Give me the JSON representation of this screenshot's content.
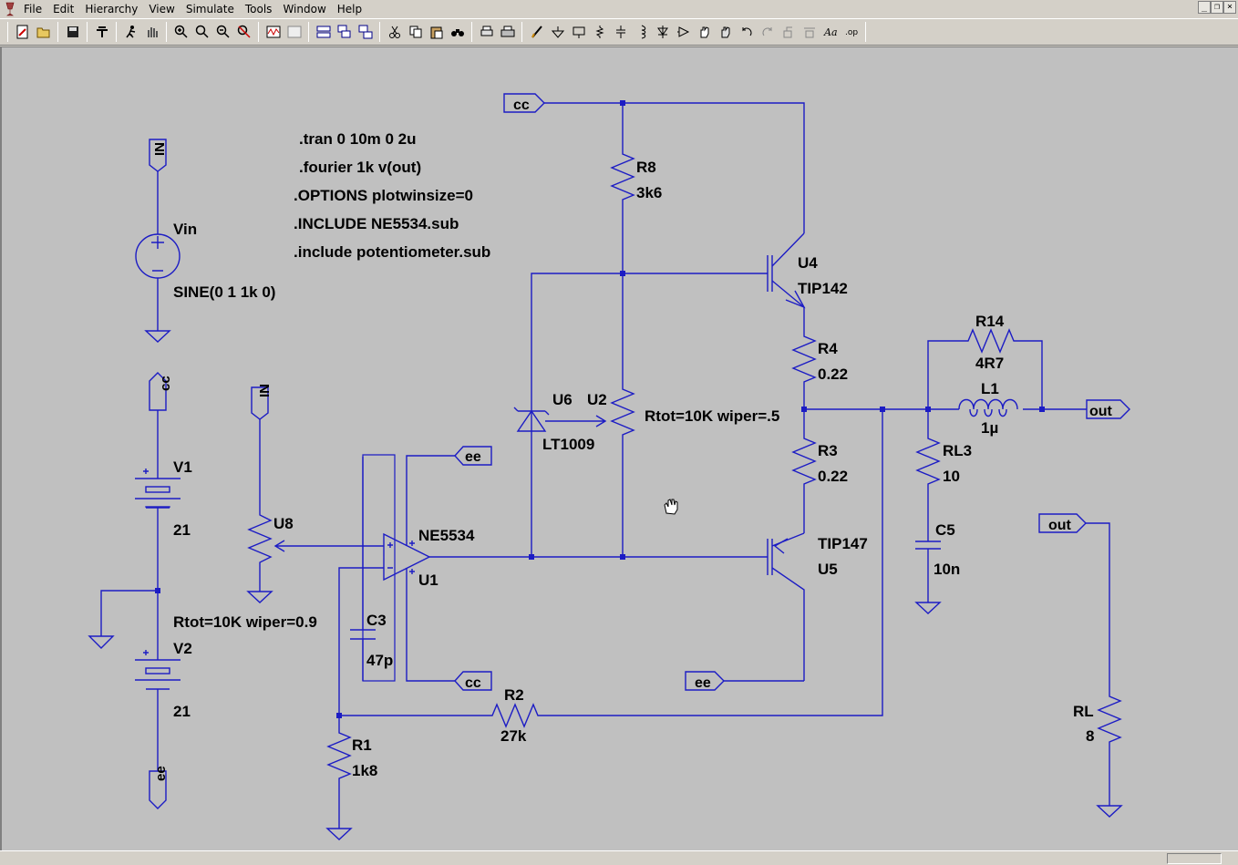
{
  "menu": {
    "items": [
      {
        "label": "File",
        "name": "menu-file"
      },
      {
        "label": "Edit",
        "name": "menu-edit"
      },
      {
        "label": "Hierarchy",
        "name": "menu-hierarchy"
      },
      {
        "label": "View",
        "name": "menu-view"
      },
      {
        "label": "Simulate",
        "name": "menu-simulate"
      },
      {
        "label": "Tools",
        "name": "menu-tools"
      },
      {
        "label": "Window",
        "name": "menu-window"
      },
      {
        "label": "Help",
        "name": "menu-help"
      }
    ]
  },
  "toolbar": {
    "icons": [
      "new-schematic-icon",
      "open-icon",
      "save-icon",
      "control-panel-icon",
      "run-icon",
      "halt-icon",
      "zoom-in-icon",
      "zoom-pan-icon",
      "zoom-out-icon",
      "zoom-fit-icon",
      "waveform-icon",
      "waveform-autorange-icon",
      "tile-horizontal-icon",
      "cascade-icon",
      "tile-vertical-icon",
      "cut-icon",
      "copy-icon",
      "paste-icon",
      "find-icon",
      "print-preview-icon",
      "print-icon",
      "wire-icon",
      "ground-icon",
      "label-net-icon",
      "resistor-icon",
      "capacitor-icon",
      "inductor-icon",
      "diode-icon",
      "component-icon",
      "move-icon",
      "drag-icon",
      "undo-icon",
      "redo-icon",
      "rotate-icon",
      "mirror-icon",
      "text-icon",
      "spice-directive-icon"
    ]
  },
  "colors": {
    "wire": "#1c1cc4",
    "canvas": "#c0c0c0",
    "chrome": "#d4d0c8"
  },
  "schematic": {
    "directives": {
      "tran": ".tran 0 10m 0 2u",
      "fourier": ".fourier 1k v(out)",
      "options": ".OPTIONS plotwinsize=0",
      "include1": ".INCLUDE NE5534.sub",
      "include2": ".include potentiometer.sub"
    },
    "labels": {
      "vin_name": "Vin",
      "vin_value": "SINE(0 1 1k 0)",
      "v1_name": "V1",
      "v1_value": "21",
      "v2_name": "V2",
      "v2_value": "21",
      "r8_name": "R8",
      "r8_value": "3k6",
      "u4_name": "U4",
      "u4_value": "TIP142",
      "r4_name": "R4",
      "r4_value": "0.22",
      "r3_name": "R3",
      "r3_value": "0.22",
      "r14_name": "R14",
      "r14_value": "4R7",
      "l1_name": "L1",
      "l1_value": "1µ",
      "rl3_name": "RL3",
      "rl3_value": "10",
      "c5_name": "C5",
      "c5_value": "10n",
      "u6_name": "U6",
      "u6_value": "LT1009",
      "u2_name": "U2",
      "u2_param": "Rtot=10K wiper=.5",
      "u8_name": "U8",
      "u8_param": "Rtot=10K wiper=0.9",
      "u1_name": "U1",
      "u1_value": "NE5534",
      "c3_name": "C3",
      "c3_value": "47p",
      "r2_name": "R2",
      "r2_value": "27k",
      "r1_name": "R1",
      "r1_value": "1k8",
      "u5_name": "U5",
      "u5_value": "TIP147",
      "rl_name": "RL",
      "rl_value": "8"
    },
    "netflags": {
      "in": "IN",
      "cc": "cc",
      "ee": "ee",
      "out": "out"
    }
  }
}
